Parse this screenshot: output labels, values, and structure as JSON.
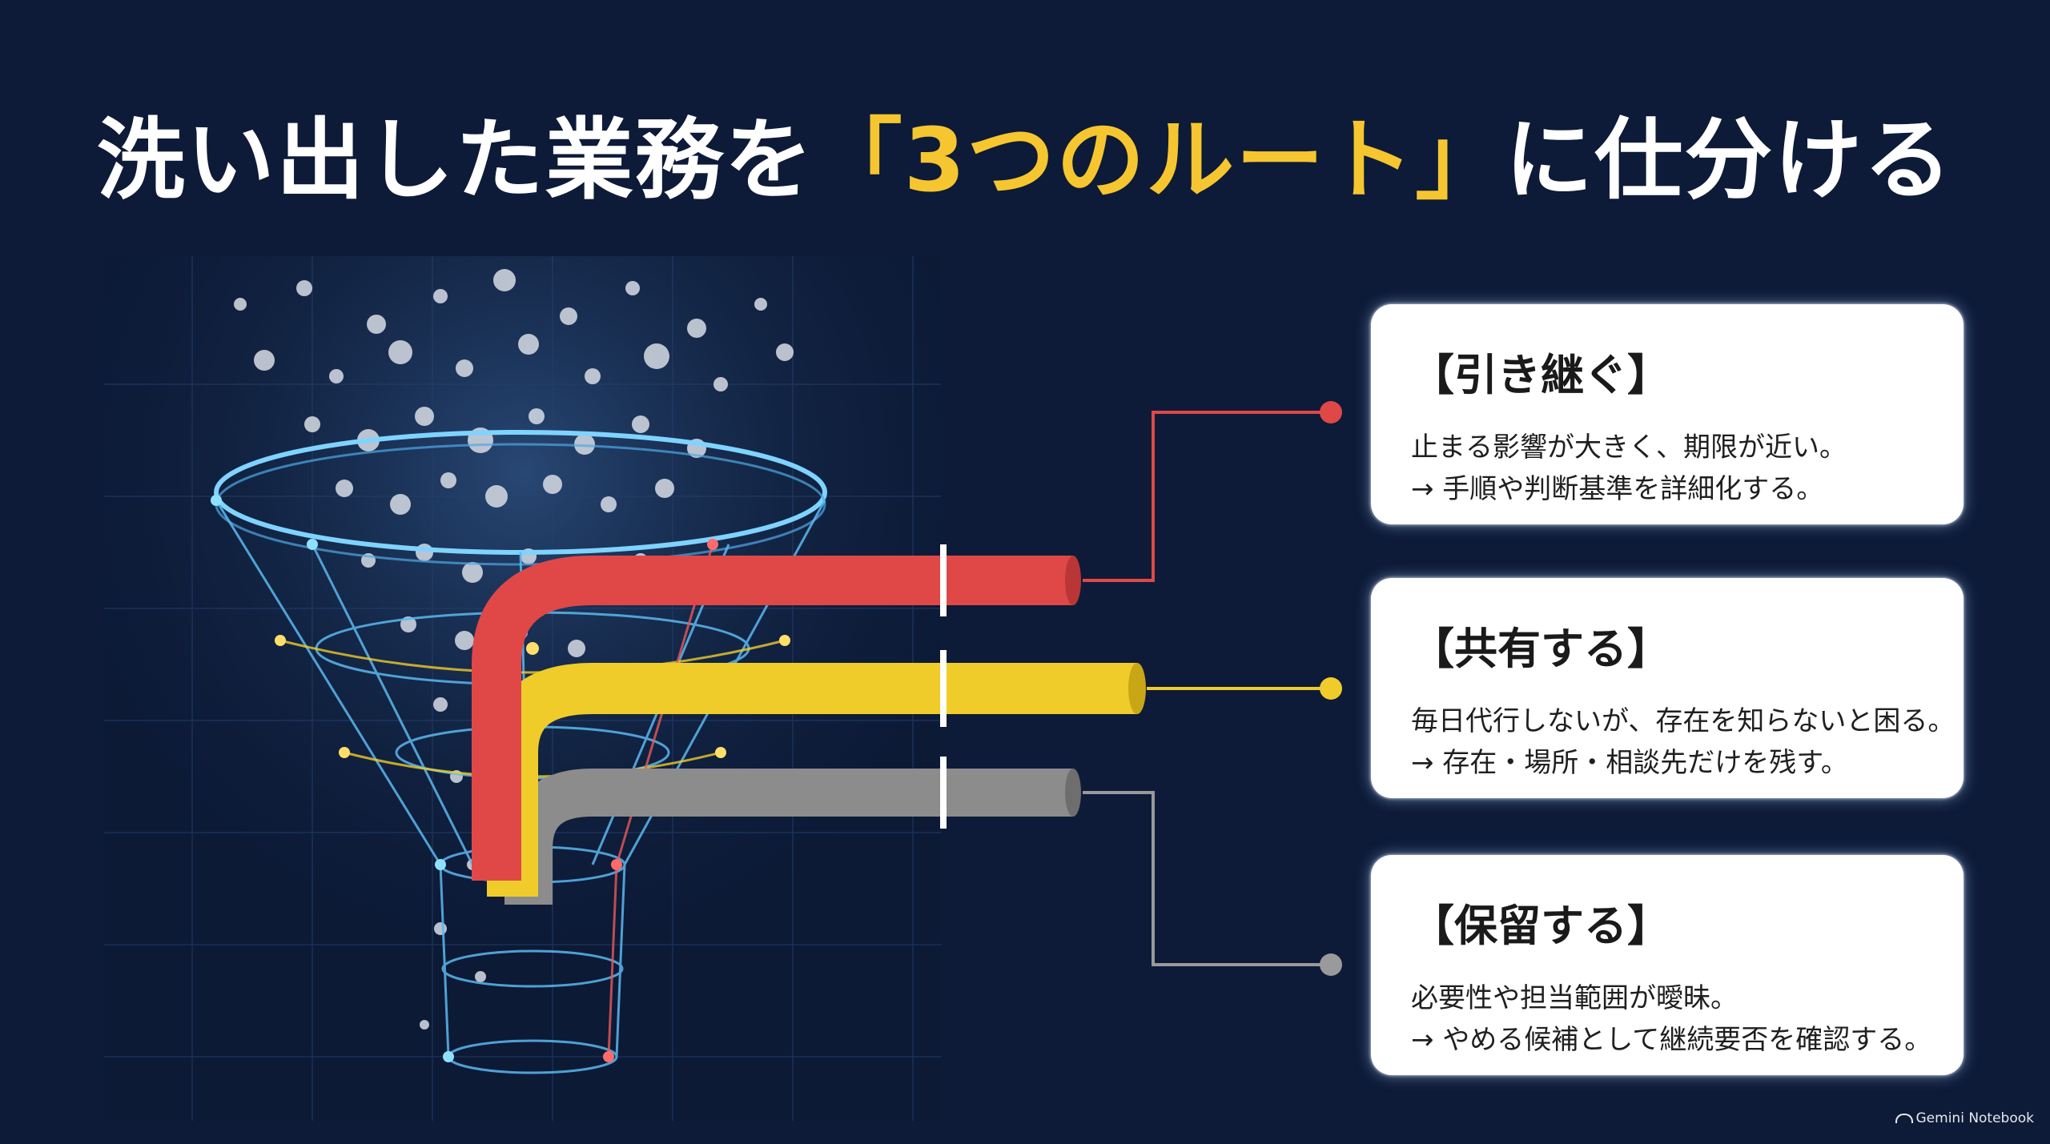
{
  "title": {
    "prefix": "洗い出した業務を",
    "highlight": "「3つのルート」",
    "suffix": "に仕分ける"
  },
  "colors": {
    "background": "#0d1b38",
    "highlight": "#f6c630",
    "route_red": "#e04848",
    "route_yellow": "#f0cc2a",
    "route_gray": "#8c8c8c"
  },
  "routes": [
    {
      "heading": "【引き継ぐ】",
      "line1": "止まる影響が大きく、期限が近い。",
      "line2": "→ 手順や判断基準を詳細化する。"
    },
    {
      "heading": "【共有する】",
      "line1": "毎日代行しないが、存在を知らないと困る。",
      "line2": "→ 存在・場所・相談先だけを残す。"
    },
    {
      "heading": "【保留する】",
      "line1": "必要性や担当範囲が曖昧。",
      "line2": "→ やめる候補として継続要否を確認する。"
    }
  ],
  "badge": "Gemini Notebook"
}
